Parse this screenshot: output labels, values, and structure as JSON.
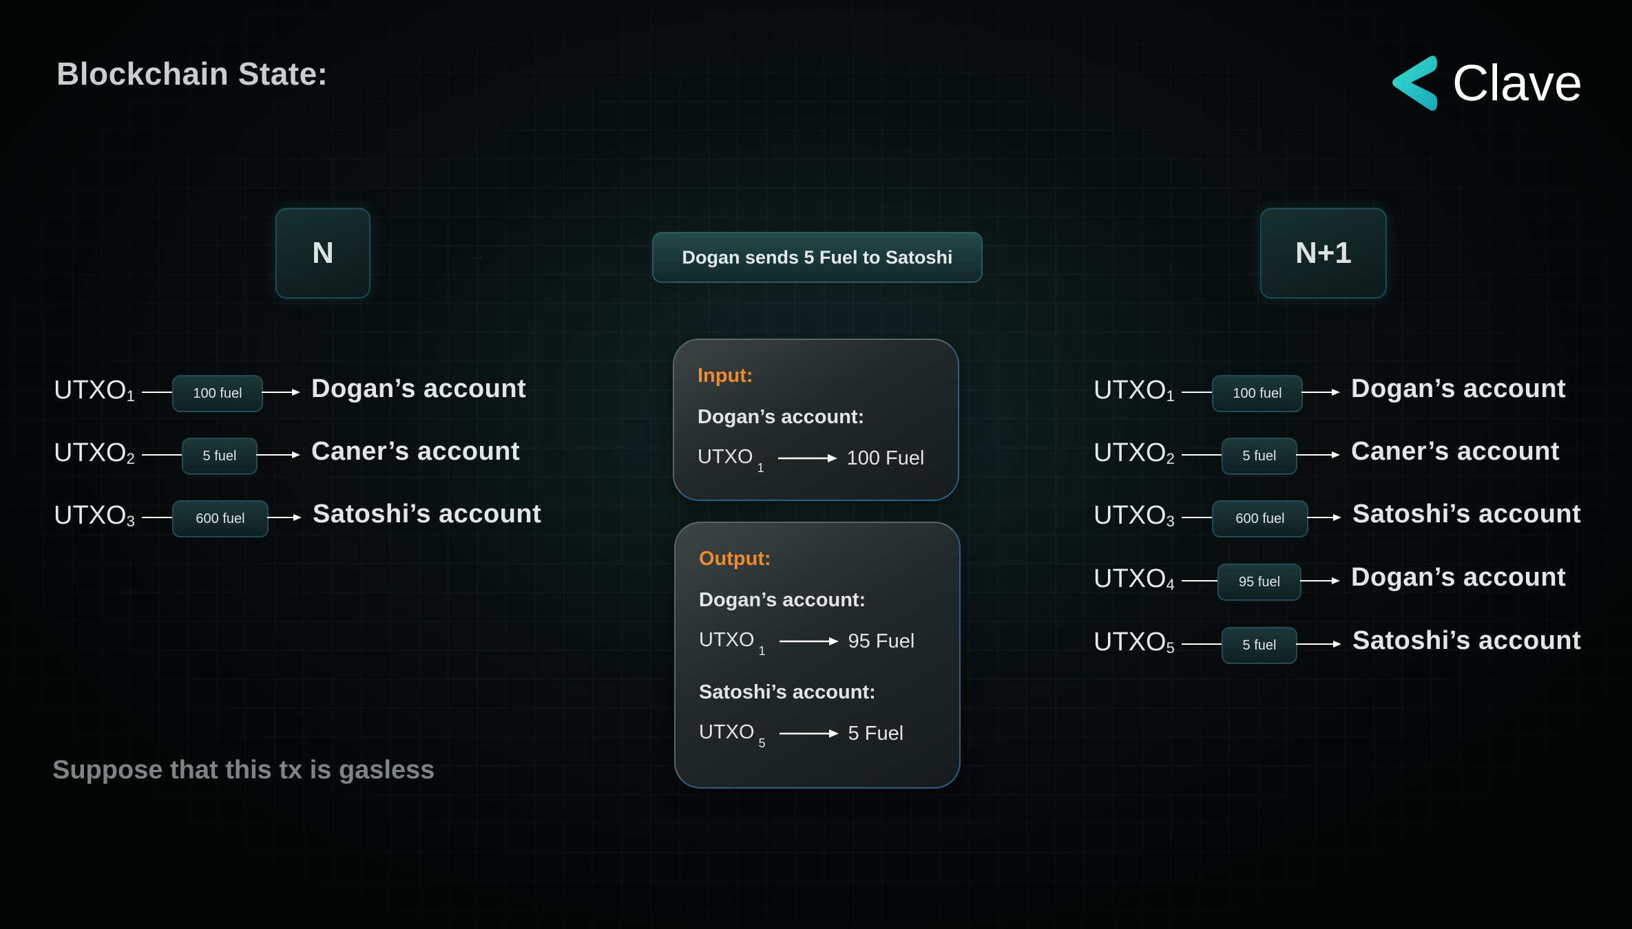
{
  "header": {
    "title": "Blockchain State:"
  },
  "brand": {
    "name": "Clave",
    "accent_color": "#2fd3c4"
  },
  "blocks": {
    "before": "N",
    "after": "N+1"
  },
  "transaction": {
    "label": "Dogan sends 5 Fuel to Satoshi"
  },
  "utxo_prefix": "UTXO",
  "left_utxos": [
    {
      "index": "1",
      "amount": "100 fuel",
      "account": "Dogan’s account"
    },
    {
      "index": "2",
      "amount": "5 fuel",
      "account": "Caner’s account"
    },
    {
      "index": "3",
      "amount": "600 fuel",
      "account": "Satoshi’s account"
    }
  ],
  "right_utxos": [
    {
      "index": "1",
      "amount": "100 fuel",
      "account": "Dogan’s account"
    },
    {
      "index": "2",
      "amount": "5 fuel",
      "account": "Caner’s account"
    },
    {
      "index": "3",
      "amount": "600 fuel",
      "account": "Satoshi’s account"
    },
    {
      "index": "4",
      "amount": "95 fuel",
      "account": "Dogan’s account"
    },
    {
      "index": "5",
      "amount": "5 fuel",
      "account": "Satoshi’s account"
    }
  ],
  "input_card": {
    "title": "Input:",
    "account": "Dogan’s account:",
    "utxo": "UTXO",
    "utxo_index": "1",
    "value": "100 Fuel"
  },
  "output_card": {
    "title": "Output:",
    "entries": [
      {
        "account": "Dogan’s account:",
        "utxo": "UTXO",
        "utxo_index": "1",
        "value": "95 Fuel"
      },
      {
        "account": "Satoshi’s account:",
        "utxo": "UTXO",
        "utxo_index": "5",
        "value": "5 Fuel"
      }
    ]
  },
  "footnote": "Suppose that this tx is gasless"
}
